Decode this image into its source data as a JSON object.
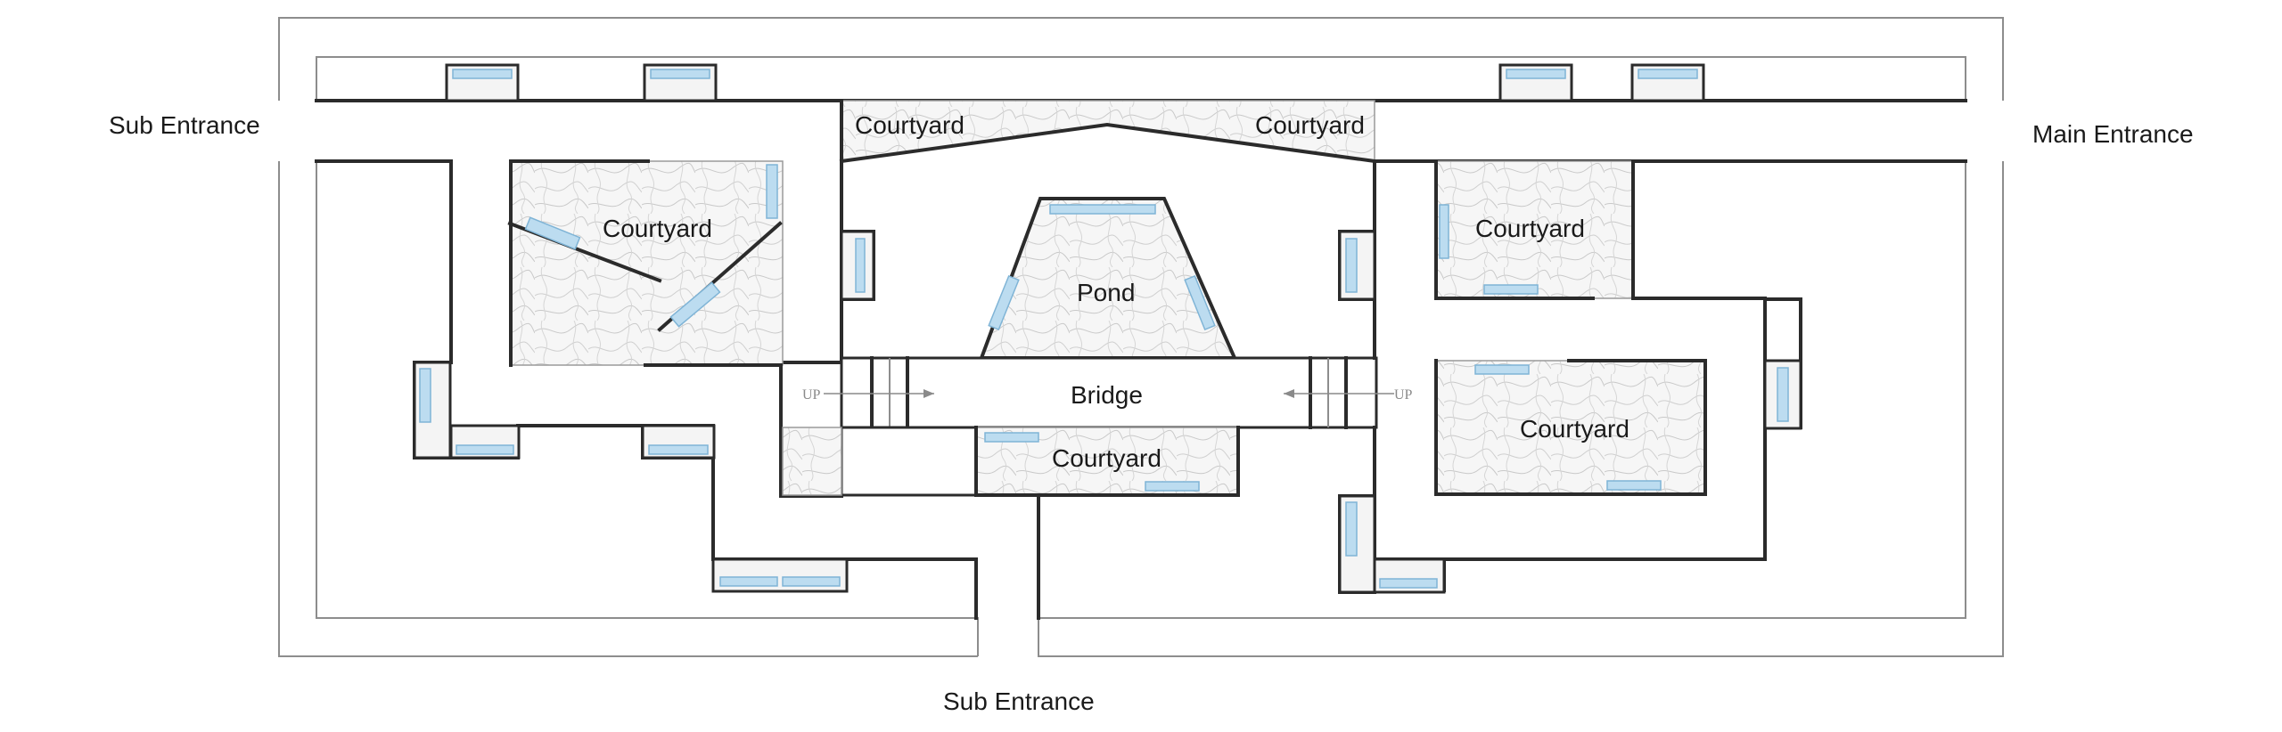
{
  "entrances": {
    "sub_left": "Sub Entrance",
    "main_right": "Main Entrance",
    "sub_bottom": "Sub Entrance"
  },
  "spaces": {
    "courtyard_top_left": "Courtyard",
    "courtyard_top_right": "Courtyard",
    "courtyard_west": "Courtyard",
    "courtyard_east_upper": "Courtyard",
    "courtyard_east_lower": "Courtyard",
    "courtyard_south": "Courtyard",
    "pond": "Pond",
    "bridge": "Bridge"
  },
  "stairs": {
    "left_up": "UP",
    "right_up": "UP"
  },
  "colors": {
    "wall": "#2b2b2b",
    "glass": "#bcdcf0",
    "boundary": "#8d8d8d"
  }
}
